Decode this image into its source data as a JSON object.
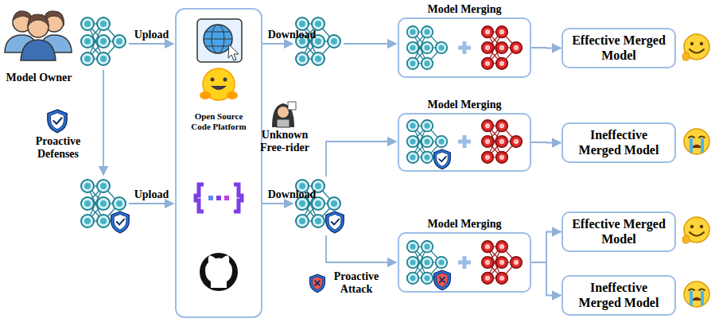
{
  "diagram": {
    "nodes": [
      {
        "text": [
          "Open Source Code Platform"
        ]
      },
      {
        "text": [
          "Model Merging"
        ]
      },
      {
        "text": [
          "Effective Merged Model"
        ]
      },
      {
        "text": [
          "Model Merging"
        ]
      },
      {
        "text": [
          "Ineffective Merged Model"
        ]
      },
      {
        "text": [
          "Model Merging"
        ]
      },
      {
        "text": [
          "Effective Merged Model"
        ]
      },
      {
        "text": [
          "Ineffective Merged Model"
        ]
      }
    ],
    "edges": [
      {
        "from": 1,
        "to": 2,
        "arrow": "to"
      },
      {
        "from": 3,
        "to": 4,
        "arrow": "to"
      },
      {
        "from": 5,
        "to": 6,
        "arrow": "to"
      },
      {
        "from": 5,
        "to": 7,
        "arrow": "to"
      }
    ],
    "labels": [
      "Model Owner",
      "Upload",
      "Download",
      "Proactive Defenses",
      "Unknown Free-rider",
      "Upload",
      "Download",
      "Proactive Attack"
    ]
  }
}
